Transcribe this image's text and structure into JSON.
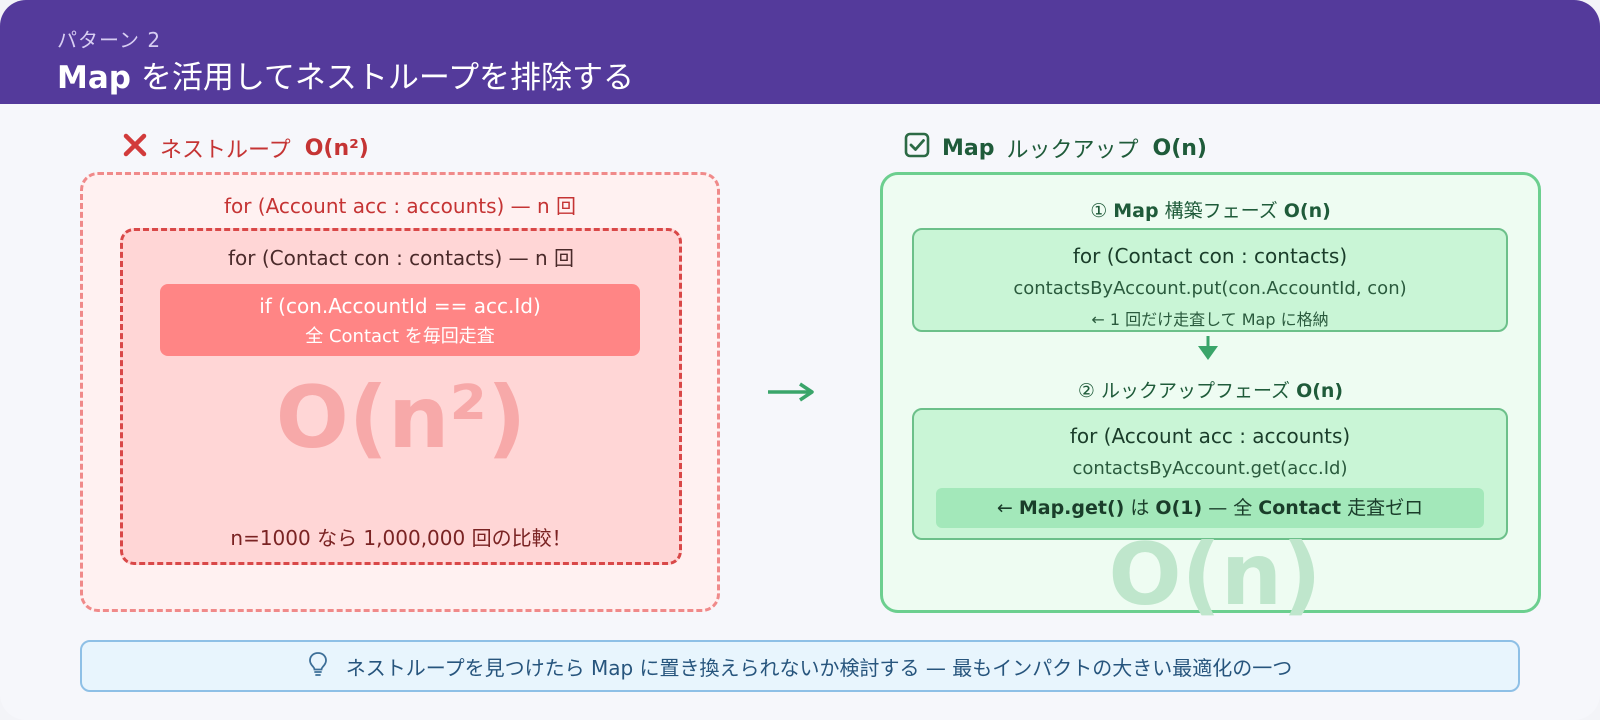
{
  "header": {
    "kicker": "パターン 2",
    "title_keyword": "Map",
    "title_rest": " を活用してネストループを排除する"
  },
  "bad": {
    "heading_label": "ネストループ",
    "heading_complexity": "O(n²)",
    "outer_loop": "for (Account acc : accounts) — n 回",
    "inner_loop": "for (Contact con : contacts) — n 回",
    "if_line1": "if (con.AccountId == acc.Id)",
    "if_line2": "全 Contact を毎回走査",
    "watermark": "O(n²)",
    "note": "n=1000 なら 1,000,000 回の比較！"
  },
  "good": {
    "heading_keyword": "Map",
    "heading_label": "ルックアップ",
    "heading_complexity": "O(n)",
    "phase1_title_prefix": "① ",
    "phase1_title_keyword": "Map",
    "phase1_title_label": " 構築フェーズ ",
    "phase1_title_complexity": "O(n)",
    "phase1_loop": "for (Contact con : contacts)",
    "phase1_code": "contactsByAccount.put(con.AccountId, con)",
    "phase1_note": "← 1 回だけ走査して Map に格納",
    "phase2_title_prefix": "② ",
    "phase2_title_label": "ルックアップフェーズ ",
    "phase2_title_complexity": "O(n)",
    "phase2_loop": "for (Account acc : accounts)",
    "phase2_code": "contactsByAccount.get(acc.Id)",
    "phase2_note_prefix": "← ",
    "phase2_note_keyword1": "Map.get()",
    "phase2_note_mid1": " は ",
    "phase2_note_keyword2": "O(1)",
    "phase2_note_mid2": " — 全 ",
    "phase2_note_keyword3": "Contact",
    "phase2_note_suffix": " 走査ゼロ",
    "watermark": "O(n)"
  },
  "tip": {
    "text": "ネストループを見つけたら Map に置き換えられないか検討する — 最もインパクトの大きい最適化の一つ",
    "icon": "lightbulb-icon"
  },
  "colors": {
    "header_bg": "#543a9b",
    "bad_accent": "#c53434",
    "good_accent": "#1f5b3a",
    "arrow_green": "#3aa56a"
  }
}
